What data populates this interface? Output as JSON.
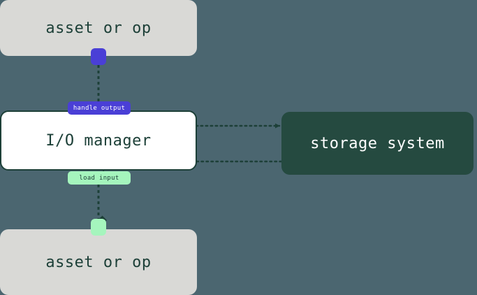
{
  "diagram": {
    "type": "flow-diagram",
    "background_color": "#4b6670",
    "nodes": [
      {
        "id": "asset-top",
        "label": "asset or op",
        "fill": "#d9d9d6",
        "text_color": "#1d4038"
      },
      {
        "id": "io-manager",
        "label": "I/O manager",
        "fill": "#ffffff",
        "text_color": "#1d4038",
        "border_color": "#1d4038"
      },
      {
        "id": "asset-bottom",
        "label": "asset or op",
        "fill": "#d9d9d6",
        "text_color": "#1d4038"
      },
      {
        "id": "storage-system",
        "label": "storage system",
        "fill": "#254a40",
        "text_color": "#ffffff"
      }
    ],
    "ports": [
      {
        "id": "output-port",
        "attached_to": "asset-top",
        "color": "#4a3fd6"
      },
      {
        "id": "input-port",
        "attached_to": "asset-bottom",
        "color": "#a5f5bd"
      }
    ],
    "edge_labels": [
      {
        "id": "handle-output",
        "text": "handle output",
        "fill": "#4a3fd6",
        "text_color": "#ffffff"
      },
      {
        "id": "load-input",
        "text": "load input",
        "fill": "#a5f5bd",
        "text_color": "#1d4038"
      }
    ],
    "edges": [
      {
        "id": "asset-top-to-io-manager",
        "from": "asset-top",
        "to": "io-manager",
        "style": "dashed",
        "color": "#1d4038",
        "label": "handle output"
      },
      {
        "id": "io-manager-to-storage",
        "from": "io-manager",
        "to": "storage-system",
        "style": "dotted",
        "color": "#1d4038",
        "arrow": true
      },
      {
        "id": "storage-to-io-manager",
        "from": "storage-system",
        "to": "io-manager",
        "style": "dotted",
        "color": "#1d4038",
        "arrow": true
      },
      {
        "id": "io-manager-to-asset-bottom",
        "from": "io-manager",
        "to": "asset-bottom",
        "style": "dashed",
        "color": "#1d4038",
        "label": "load input"
      }
    ]
  }
}
